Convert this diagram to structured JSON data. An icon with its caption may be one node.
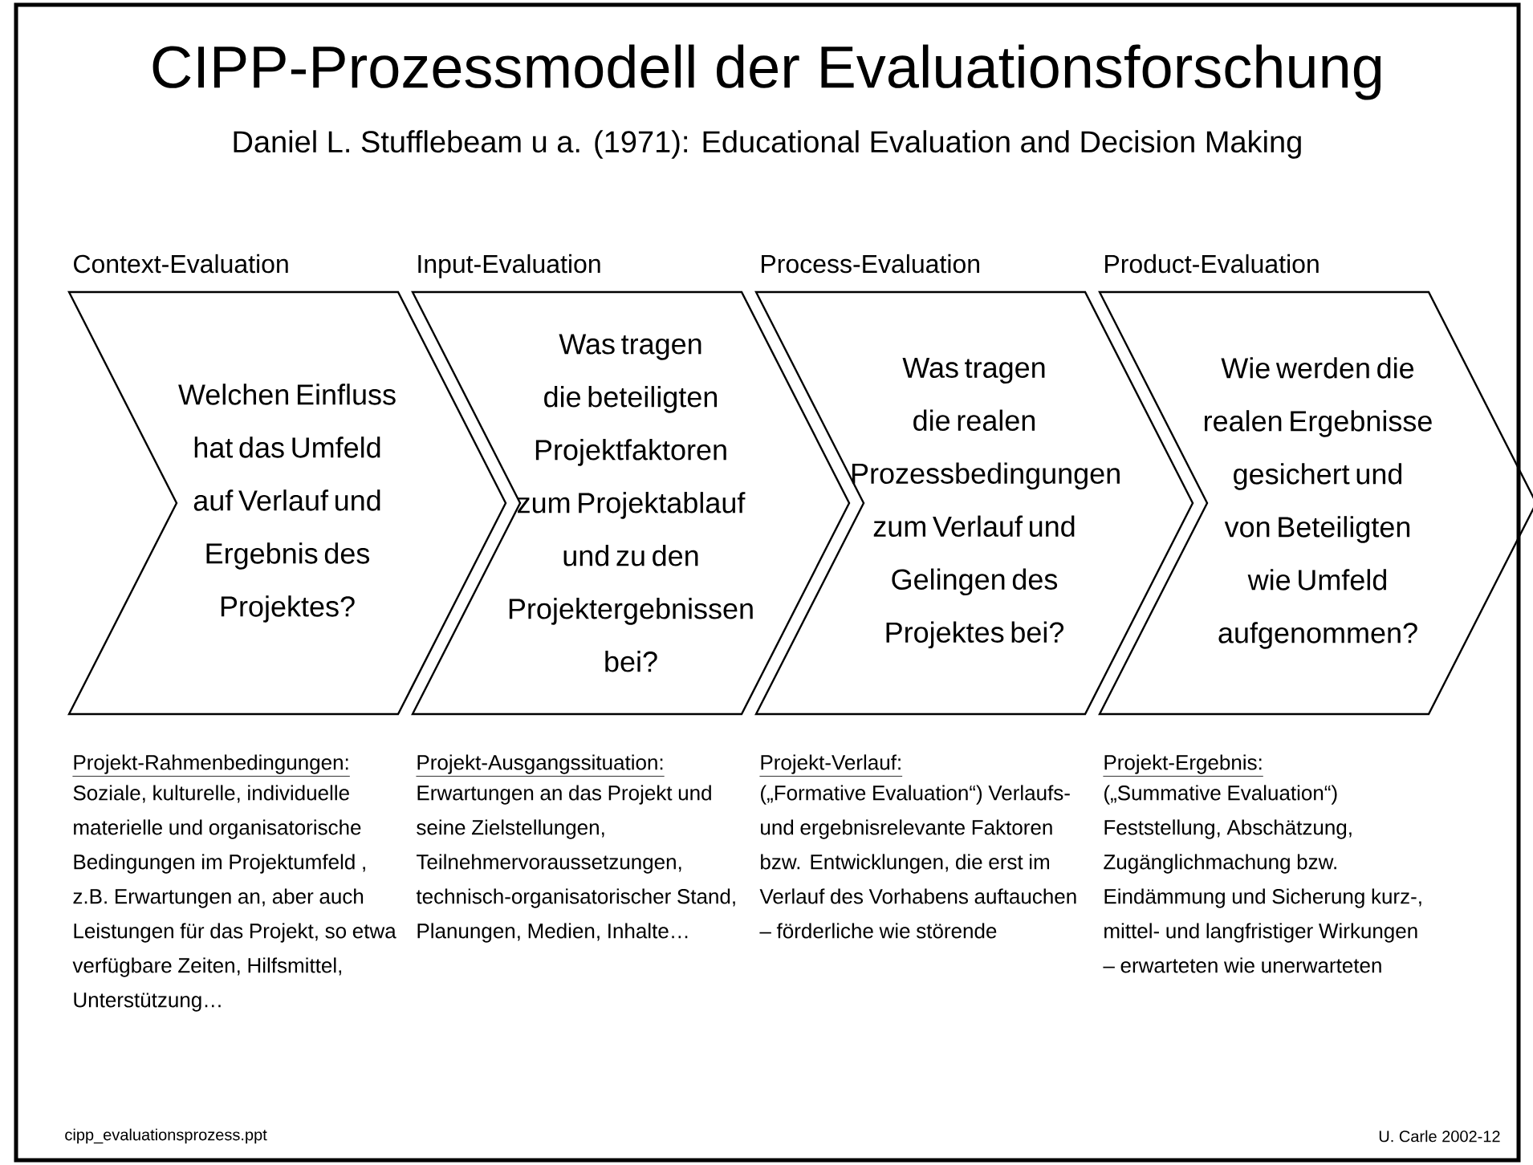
{
  "diagram": {
    "title": "CIPP-Prozessmodell der Evaluationsforschung",
    "nodes": [
      {
        "text": [
          "Context-Evaluation",
          "Welchen Einfluss hat das Umfeld auf Verlauf und Ergebnis des Projektes?"
        ],
        "beside": [
          "Projekt-Rahmenbedingungen:",
          "Soziale, kulturelle, individuelle materielle und organisatorische Bedingungen im Projektumfeld , z.B. Erwartungen an, aber auch Leistungen für das Projekt, so etwa verfügbare Zeiten, Hilfsmittel, Unterstützung…"
        ]
      },
      {
        "text": [
          "Input-Evaluation",
          "Was tragen die beteiligten Projektfaktoren zum Projektablauf und zu den Projektergebnissen bei?"
        ],
        "beside": [
          "Projekt-Ausgangssituation:",
          "Erwartungen an das Projekt und seine Zielstellungen, Teilnehmervoraussetzungen, technisch-organisatorischer Stand, Planungen, Medien, Inhalte…"
        ]
      },
      {
        "text": [
          "Process-Evaluation",
          "Was tragen die realen Prozessbedingungen zum Verlauf und Gelingen des Projektes bei?"
        ],
        "beside": [
          "Projekt-Verlauf:",
          "(„Formative Evaluation“) Verlaufs- und ergebnisrelevante Faktoren bzw. Entwicklungen, die erst im Verlauf des Vorhabens auftauchen – förderliche wie störende"
        ]
      },
      {
        "text": [
          "Product-Evaluation",
          "Wie werden die realen Ergebnisse gesichert und von Beteiligten wie Umfeld aufgenommen?"
        ],
        "beside": [
          "Projekt-Ergebnis:",
          "(„Summative Evaluation“) Feststellung, Abschätzung, Zugänglichmachung bzw. Eindämmung und Sicherung kurz-, mittel- und langfristiger Wirkungen – erwarteten wie unerwarteten"
        ]
      }
    ],
    "labels": [
      "Daniel L. Stufflebeam u a. (1971): Educational Evaluation and Decision Making",
      "cipp_evaluationsprozess.ppt",
      "U. Carle 2002-12"
    ]
  }
}
